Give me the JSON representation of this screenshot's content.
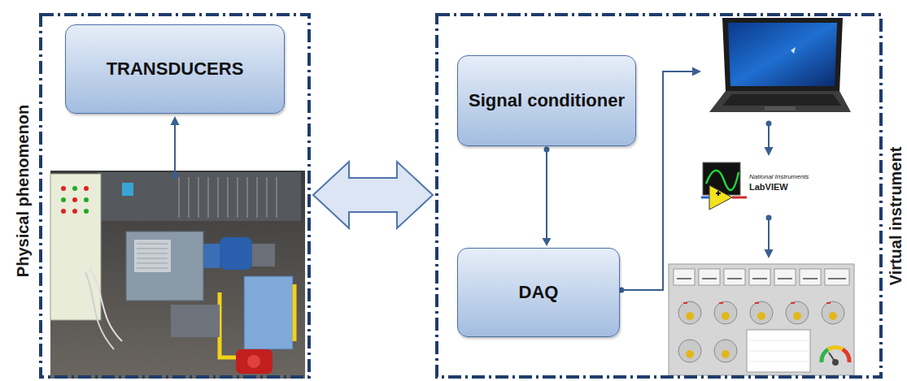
{
  "diagram": {
    "nodes": [
      {
        "text": [
          "Physical phenomenon"
        ]
      },
      {
        "text": [
          "TRANSDUCERS"
        ],
        "in": 0
      },
      {
        "text": [
          "Virtual instrument"
        ]
      },
      {
        "text": [
          "Signal conditioner"
        ],
        "in": 2
      },
      {
        "text": [
          "DAQ"
        ],
        "in": 2
      }
    ],
    "edges": [
      {
        "from": 0,
        "to": 2,
        "arrow": "both"
      },
      {
        "from": 3,
        "to": 4,
        "arrow": "to"
      }
    ],
    "labels": [
      "National Instruments",
      "LabVIEW"
    ]
  }
}
